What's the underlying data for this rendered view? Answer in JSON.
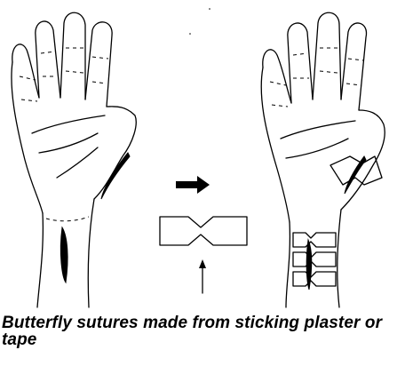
{
  "caption": "Butterfly sutures made from sticking plaster or tape",
  "colors": {
    "ink": "#000000",
    "background": "#ffffff"
  },
  "illustrations": {
    "left_hand": "hand-with-wounds",
    "arrow": "arrow-right-icon",
    "suture_shape": "butterfly-suture-shape",
    "pointer": "arrow-up-icon",
    "right_hand": "hand-with-butterfly-sutures"
  }
}
